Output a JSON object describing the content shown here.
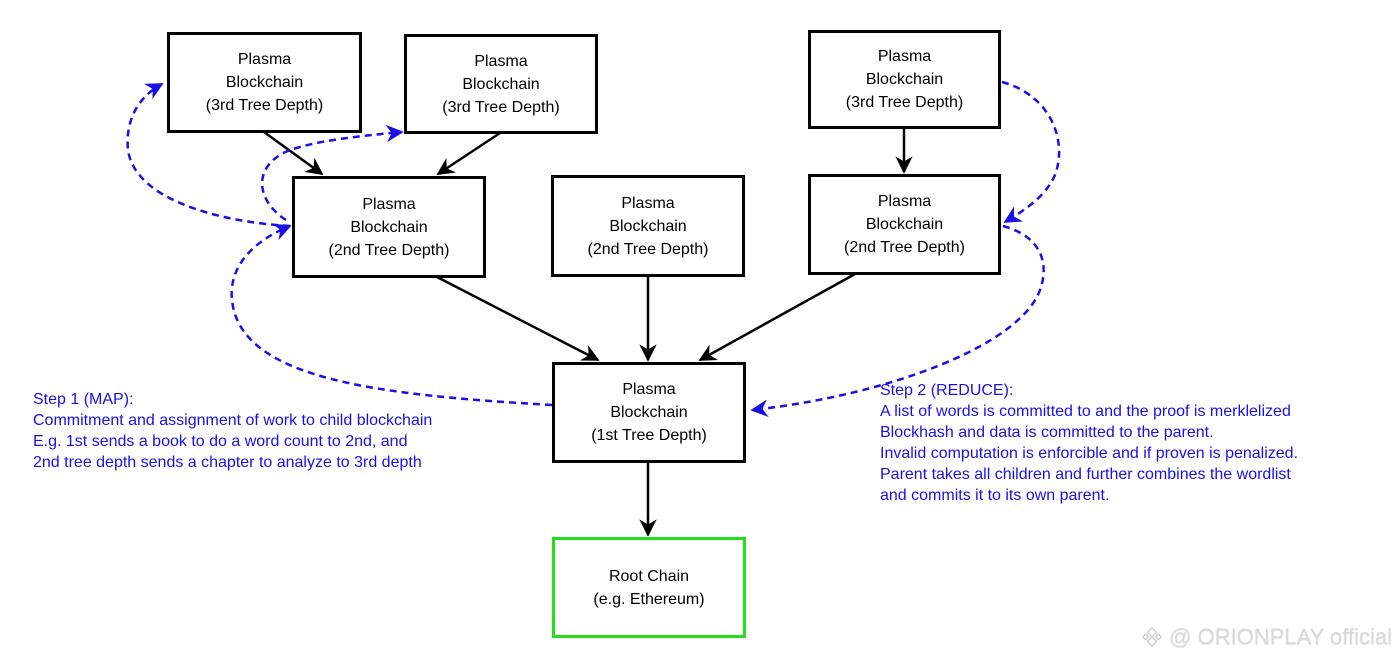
{
  "colors": {
    "box_border": "#000000",
    "root_border": "#22e01e",
    "annotation": "#1a10e6",
    "watermark": "#d9d9d9"
  },
  "nodes": {
    "third_a": {
      "line1": "Plasma",
      "line2": "Blockchain",
      "line3": "(3rd Tree Depth)"
    },
    "third_b": {
      "line1": "Plasma",
      "line2": "Blockchain",
      "line3": "(3rd Tree Depth)"
    },
    "third_c": {
      "line1": "Plasma",
      "line2": "Blockchain",
      "line3": "(3rd Tree Depth)"
    },
    "second_a": {
      "line1": "Plasma",
      "line2": "Blockchain",
      "line3": "(2nd Tree Depth)"
    },
    "second_b": {
      "line1": "Plasma",
      "line2": "Blockchain",
      "line3": "(2nd Tree Depth)"
    },
    "second_c": {
      "line1": "Plasma",
      "line2": "Blockchain",
      "line3": "(2nd Tree Depth)"
    },
    "first": {
      "line1": "Plasma",
      "line2": "Blockchain",
      "line3": "(1st Tree Depth)"
    },
    "root": {
      "line1": "Root Chain",
      "line2": "(e.g. Ethereum)"
    }
  },
  "edges": [
    {
      "from": "third_a",
      "to": "second_a",
      "style": "solid"
    },
    {
      "from": "third_b",
      "to": "second_a",
      "style": "solid"
    },
    {
      "from": "third_c",
      "to": "second_c",
      "style": "solid"
    },
    {
      "from": "second_a",
      "to": "first",
      "style": "solid"
    },
    {
      "from": "second_b",
      "to": "first",
      "style": "solid"
    },
    {
      "from": "second_c",
      "to": "first",
      "style": "solid"
    },
    {
      "from": "first",
      "to": "root",
      "style": "solid"
    },
    {
      "from": "first",
      "to": "second_a",
      "style": "dashed"
    },
    {
      "from": "second_a",
      "to": "third_a",
      "style": "dashed"
    },
    {
      "from": "second_a",
      "to": "third_b",
      "style": "dashed"
    },
    {
      "from": "third_c",
      "to": "second_c",
      "style": "dashed"
    },
    {
      "from": "second_c",
      "to": "first",
      "style": "dashed"
    }
  ],
  "notes": {
    "map": {
      "title": "Step 1 (MAP):",
      "lines": [
        "Commitment and assignment of work to child blockchain",
        "E.g. 1st sends a book to do a word count to 2nd, and",
        "2nd tree depth sends a chapter to analyze to 3rd depth"
      ]
    },
    "reduce": {
      "title": "Step 2 (REDUCE):",
      "lines": [
        "A list of words is committed to and the proof is merklelized",
        "Blockhash and data is committed to the parent.",
        "Invalid computation is enforcible and if proven is penalized.",
        "Parent takes all children and further combines the wordlist",
        "and commits it to its own parent."
      ]
    }
  },
  "watermark": {
    "icon": "binance-logo-icon",
    "text": "@ ORIONPLAY official"
  }
}
